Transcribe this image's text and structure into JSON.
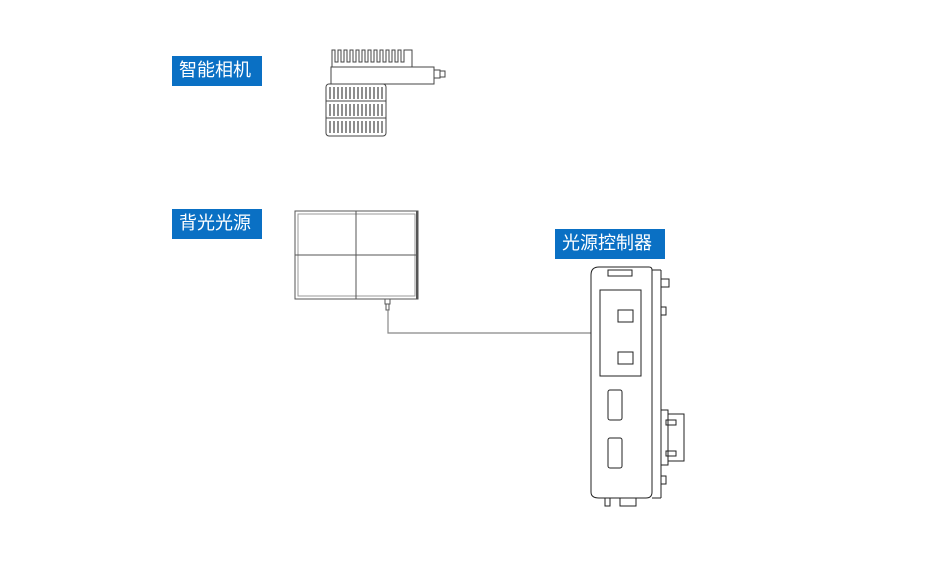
{
  "labels": {
    "camera": "智能相机",
    "backlight": "背光光源",
    "controller": "光源控制器"
  },
  "colors": {
    "label_bg": "#0a70c4",
    "label_text": "#ffffff",
    "line": "#555555",
    "cable": "#888888"
  },
  "components": [
    {
      "id": "camera",
      "icon": "smart-camera-icon"
    },
    {
      "id": "backlight",
      "icon": "backlight-panel-icon"
    },
    {
      "id": "controller",
      "icon": "light-controller-icon"
    }
  ]
}
